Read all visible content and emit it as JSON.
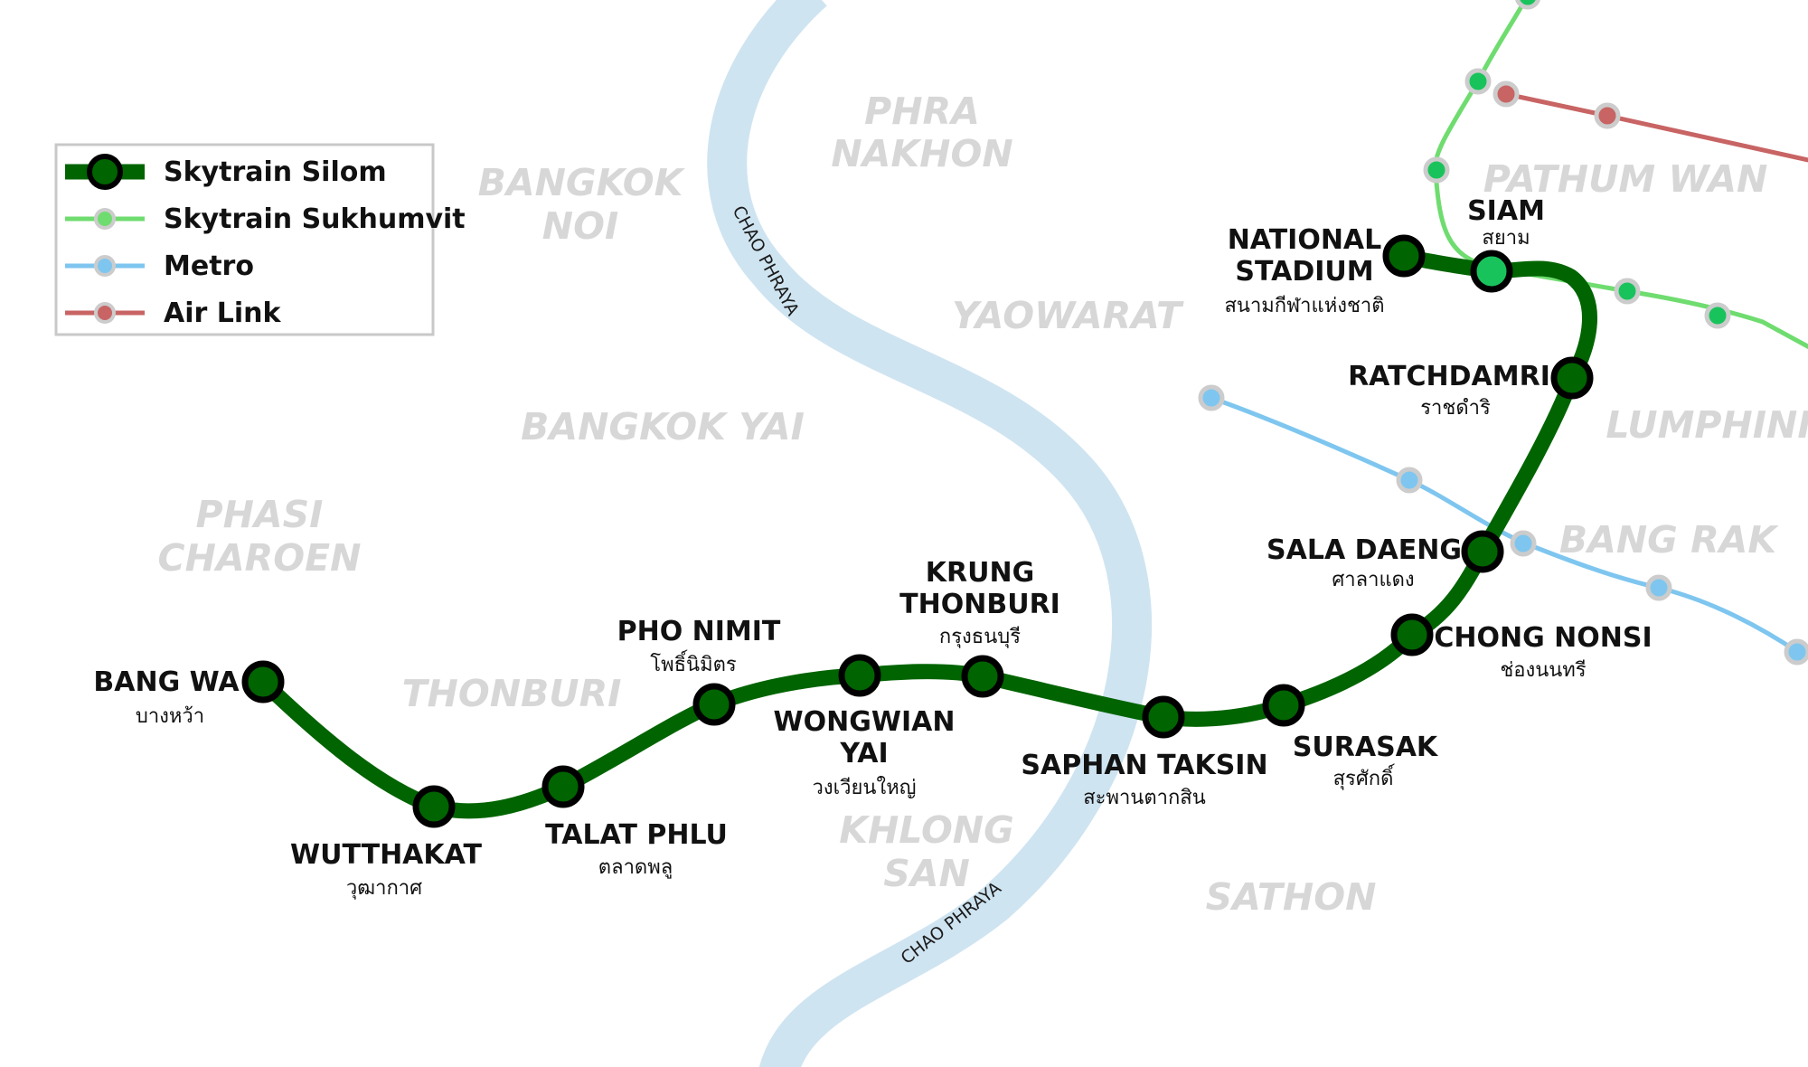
{
  "legend": {
    "silom": "Skytrain Silom",
    "sukhumvit": "Skytrain Sukhumvit",
    "metro": "Metro",
    "airlink": "Air Link"
  },
  "colors": {
    "silom": "#006400",
    "sukhumvit": "#6fdc6f",
    "sukhumvit_station": "#19c35c",
    "metro": "#7ec6ef",
    "airlink": "#c86464",
    "river": "#cfe4f1",
    "district": "#d7d7d7",
    "station_ring": "#000000"
  },
  "river_labels": {
    "north": "CHAO PHRAYA",
    "south": "CHAO PHRAYA"
  },
  "districts": {
    "phra": "PHRA",
    "nakhon": "NAKHON",
    "bangkok": "BANGKOK",
    "noi": "NOI",
    "pathum_wan": "PATHUM WAN",
    "yaowarat": "YAOWARAT",
    "bangkok_yai": "BANGKOK YAI",
    "lumphini": "LUMPHINI",
    "phasi": "PHASI",
    "charoen": "CHAROEN",
    "bang_rak": "BANG RAK",
    "thonburi": "THONBURI",
    "khlong": "KHLONG",
    "san": "SAN",
    "sathon": "SATHON"
  },
  "stations": {
    "bang_wa": {
      "en": "BANG WA",
      "th": "บางหว้า"
    },
    "wutthakat": {
      "en": "WUTTHAKAT",
      "th": "วุฒากาศ"
    },
    "talat_phlu": {
      "en": "TALAT PHLU",
      "th": "ตลาดพลู"
    },
    "pho_nimit": {
      "en": "PHO NIMIT",
      "th": "โพธิ์นิมิตร"
    },
    "wongwian_yai": {
      "en1": "WONGWIAN",
      "en2": "YAI",
      "th": "วงเวียนใหญ่"
    },
    "krung_thonburi": {
      "en1": "KRUNG",
      "en2": "THONBURI",
      "th": "กรุงธนบุรี"
    },
    "saphan_taksin": {
      "en": "SAPHAN TAKSIN",
      "th": "สะพานตากสิน"
    },
    "surasak": {
      "en": "SURASAK",
      "th": "สุรศักดิ์"
    },
    "chong_nonsi": {
      "en": "CHONG NONSI",
      "th": "ช่องนนทรี"
    },
    "sala_daeng": {
      "en": "SALA DAENG",
      "th": "ศาลาแดง"
    },
    "ratchadamri": {
      "en": "RATCHDAMRI",
      "th": "ราชดำริ"
    },
    "national_stadium": {
      "en1": "NATIONAL",
      "en2": "STADIUM",
      "th": "สนามกีฬาแห่งชาติ"
    },
    "siam": {
      "en": "SIAM",
      "th": "สยาม"
    }
  }
}
